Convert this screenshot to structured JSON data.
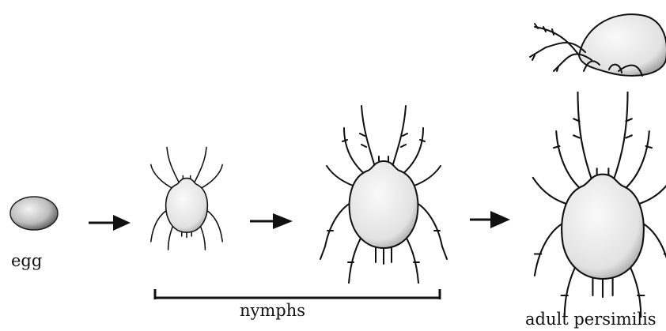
{
  "labels": {
    "egg": "egg",
    "nymphs": "nymphs",
    "adult": "adult persimilis"
  },
  "stages": [
    {
      "name": "egg",
      "icon": "egg-icon"
    },
    {
      "name": "nymph-small",
      "icon": "mite-icon"
    },
    {
      "name": "nymph-large",
      "icon": "mite-icon"
    },
    {
      "name": "adult",
      "icon": "mite-icon"
    },
    {
      "name": "adult-side-view",
      "icon": "mite-side-icon"
    }
  ],
  "colors": {
    "ink": "#111111",
    "body_fill": "#f2f2f2",
    "background": "#ffffff"
  }
}
